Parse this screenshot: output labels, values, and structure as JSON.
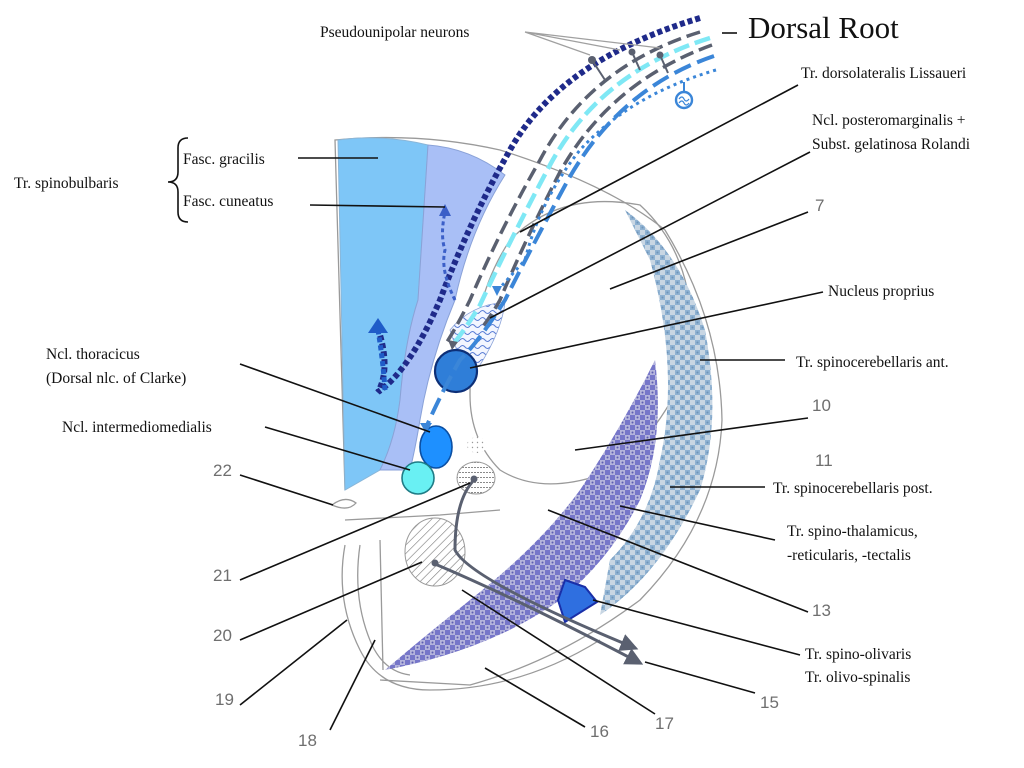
{
  "title": "Dorsal Root",
  "labels": {
    "pseudounipolar": "Pseudounipolar neurons",
    "lissaueri": "Tr. dorsolateralis Lissaueri",
    "posteromarginalis_1": "Ncl. posteromarginalis +",
    "posteromarginalis_2": "Subst. gelatinosa Rolandi",
    "spinobulbaris": "Tr. spinobulbaris",
    "gracilis": "Fasc. gracilis",
    "cuneatus": "Fasc. cuneatus",
    "nucleus_proprius": "Nucleus proprius",
    "spinocerebellaris_ant": "Tr. spinocerebellaris ant.",
    "thoracicus_1": "Ncl. thoracicus",
    "thoracicus_2": "(Dorsal nlc. of Clarke)",
    "intermediomedialis": "Ncl. intermediomedialis",
    "spinocerebellaris_post": "Tr. spinocerebellaris post.",
    "spinothalamicus_1": "Tr. spino-thalamicus,",
    "spinothalamicus_2": "-reticularis, -tectalis",
    "spinoolivaris_1": "Tr. spino-olivaris",
    "spinoolivaris_2": "Tr. olivo-spinalis"
  },
  "numbers": {
    "n7": "7",
    "n10": "10",
    "n11": "11",
    "n13": "13",
    "n15": "15",
    "n16": "16",
    "n17": "17",
    "n18": "18",
    "n19": "19",
    "n20": "20",
    "n21": "21",
    "n22": "22"
  },
  "colors": {
    "gracilis": "#7ec6f7",
    "cuneatus": "#a9bff6",
    "clarke": "#2f7ed8",
    "intermediomedialis": "#69f0f3",
    "thoracicus_cell": "#1e90ff",
    "pattern_purple": "#6b6bc4",
    "pattern_steel": "#7fa6c9",
    "fiber_navy": "#1f2a8a",
    "fiber_cyan": "#7fe8f5",
    "fiber_gray": "#5a6070",
    "fiber_blue": "#3b86d8",
    "olive_tract": "#2f6fe0"
  }
}
